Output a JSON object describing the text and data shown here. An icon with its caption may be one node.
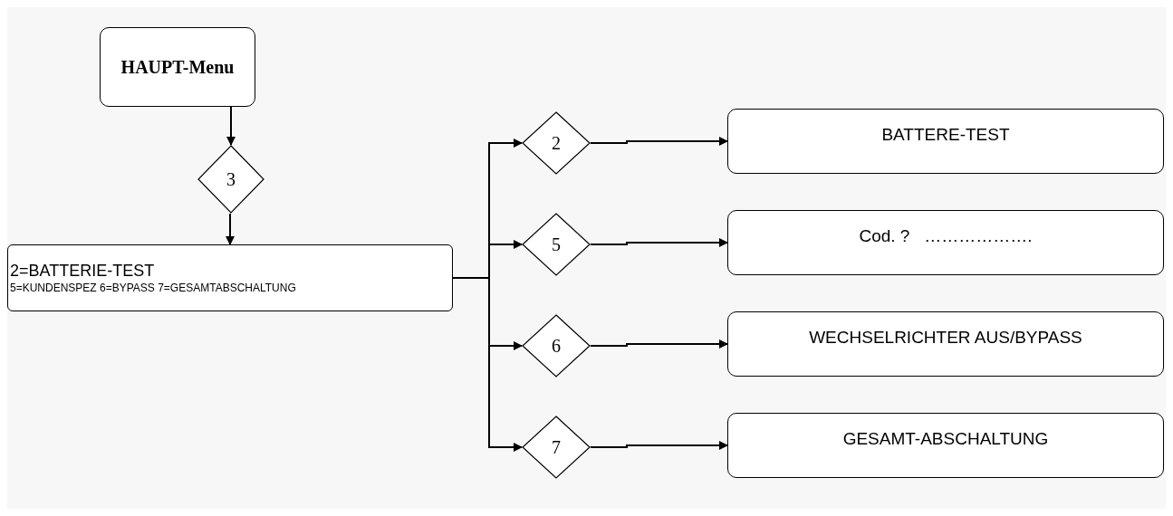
{
  "diagram": {
    "nodes": [
      {
        "text": [
          "HAUPT-Menu"
        ]
      },
      {
        "text": [
          "3"
        ]
      },
      {
        "text": [
          "2=BATTERIE-TEST",
          "5=KUNDENSPEZ 6=BYPASS 7=GESAMTABSCHALTUNG"
        ]
      },
      {
        "text": [
          "2"
        ]
      },
      {
        "text": [
          "5"
        ]
      },
      {
        "text": [
          "6"
        ]
      },
      {
        "text": [
          "7"
        ]
      },
      {
        "text": [
          "BATTERE-TEST"
        ]
      },
      {
        "text": [
          "Cod. ?   ………………."
        ]
      },
      {
        "text": [
          "WECHSELRICHTER AUS/BYPASS"
        ]
      },
      {
        "text": [
          "GESAMT-ABSCHALTUNG"
        ]
      }
    ],
    "edges": [
      {
        "from": 0,
        "to": 1,
        "arrow": "to"
      },
      {
        "from": 1,
        "to": 2,
        "arrow": "to"
      },
      {
        "from": 2,
        "to": 3,
        "arrow": "to"
      },
      {
        "from": 2,
        "to": 4,
        "arrow": "to"
      },
      {
        "from": 2,
        "to": 5,
        "arrow": "to"
      },
      {
        "from": 2,
        "to": 6,
        "arrow": "to"
      },
      {
        "from": 3,
        "to": 7,
        "arrow": "to"
      },
      {
        "from": 4,
        "to": 8,
        "arrow": "to"
      },
      {
        "from": 5,
        "to": 9,
        "arrow": "to"
      },
      {
        "from": 6,
        "to": 10,
        "arrow": "to"
      }
    ]
  }
}
